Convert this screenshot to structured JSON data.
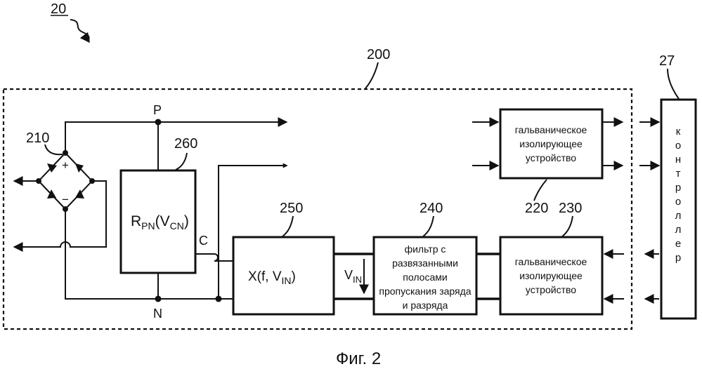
{
  "figure": {
    "ref": "20",
    "caption": "Фиг. 2",
    "system_ref": "200"
  },
  "nodes": {
    "p": "P",
    "n": "N",
    "c": "C"
  },
  "bridge": {
    "ref": "210",
    "plus": "+",
    "minus": "−"
  },
  "resistor": {
    "ref": "260",
    "label_main": "R",
    "label_sub": "PN",
    "label_open": "(V",
    "label_sub2": "CN",
    "label_close": ")"
  },
  "impedance": {
    "ref": "250",
    "label_main": "X(f, V",
    "label_sub": "IN",
    "label_close": ")"
  },
  "vin": {
    "main": "V",
    "sub": "IN"
  },
  "filter": {
    "ref": "240",
    "lines": [
      "фильтр с",
      "развязанными",
      "полосами",
      "пропускания заряда",
      "и разряда"
    ]
  },
  "iso_top": {
    "ref": "220",
    "lines": [
      "гальваническое",
      "изолирующее",
      "устройство"
    ]
  },
  "iso_bottom": {
    "ref": "230",
    "lines": [
      "гальваническое",
      "изолирующее",
      "устройство"
    ]
  },
  "controller": {
    "ref": "27",
    "letters": [
      "к",
      "о",
      "н",
      "т",
      "р",
      "о",
      "л",
      "л",
      "е",
      "р"
    ]
  }
}
